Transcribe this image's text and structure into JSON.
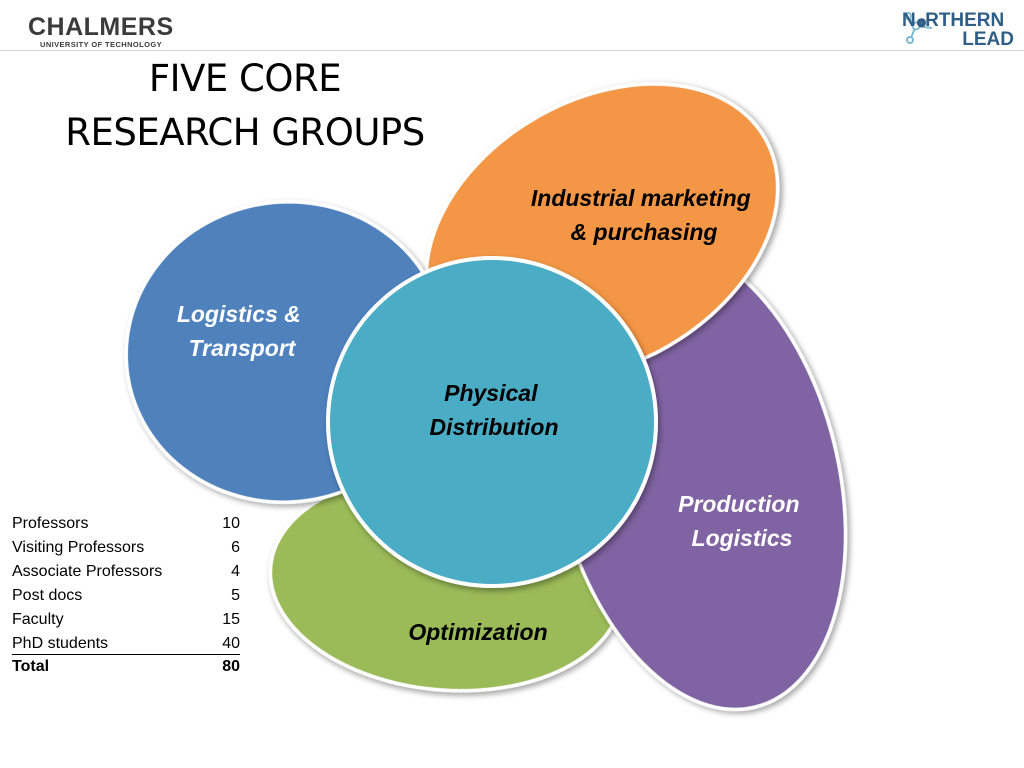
{
  "chalmers_logo": {
    "name": "CHALMERS",
    "subtitle": "UNIVERSITY OF TECHNOLOGY"
  },
  "northern_lead_logo": {
    "line1_prefix": "N",
    "line1_suffix": "RTHERN",
    "line2": "LEAD"
  },
  "title": {
    "line1": "FIVE CORE",
    "line2": "RESEARCH GROUPS"
  },
  "groups": {
    "industrial": {
      "line1": "Industrial marketing",
      "line2": "& purchasing",
      "color": "#f39645"
    },
    "production": {
      "line1": "Production",
      "line2": "Logistics",
      "color": "#8064a2"
    },
    "optimization": {
      "line1": "Optimization",
      "color": "#9bbb59"
    },
    "logistics": {
      "line1": "Logistics &",
      "line2": "Transport",
      "color": "#4f81bd"
    },
    "physical": {
      "line1": "Physical",
      "line2": "Distribution",
      "color": "#4bacc6"
    }
  },
  "staff": [
    {
      "label": "Professors",
      "value": "10"
    },
    {
      "label": "Visiting Professors",
      "value": "6"
    },
    {
      "label": "Associate Professors",
      "value": "4"
    },
    {
      "label": "Post docs",
      "value": "5"
    },
    {
      "label": "Faculty",
      "value": "15"
    },
    {
      "label": "PhD students",
      "value": "40"
    },
    {
      "label": "Total",
      "value": "80"
    }
  ]
}
